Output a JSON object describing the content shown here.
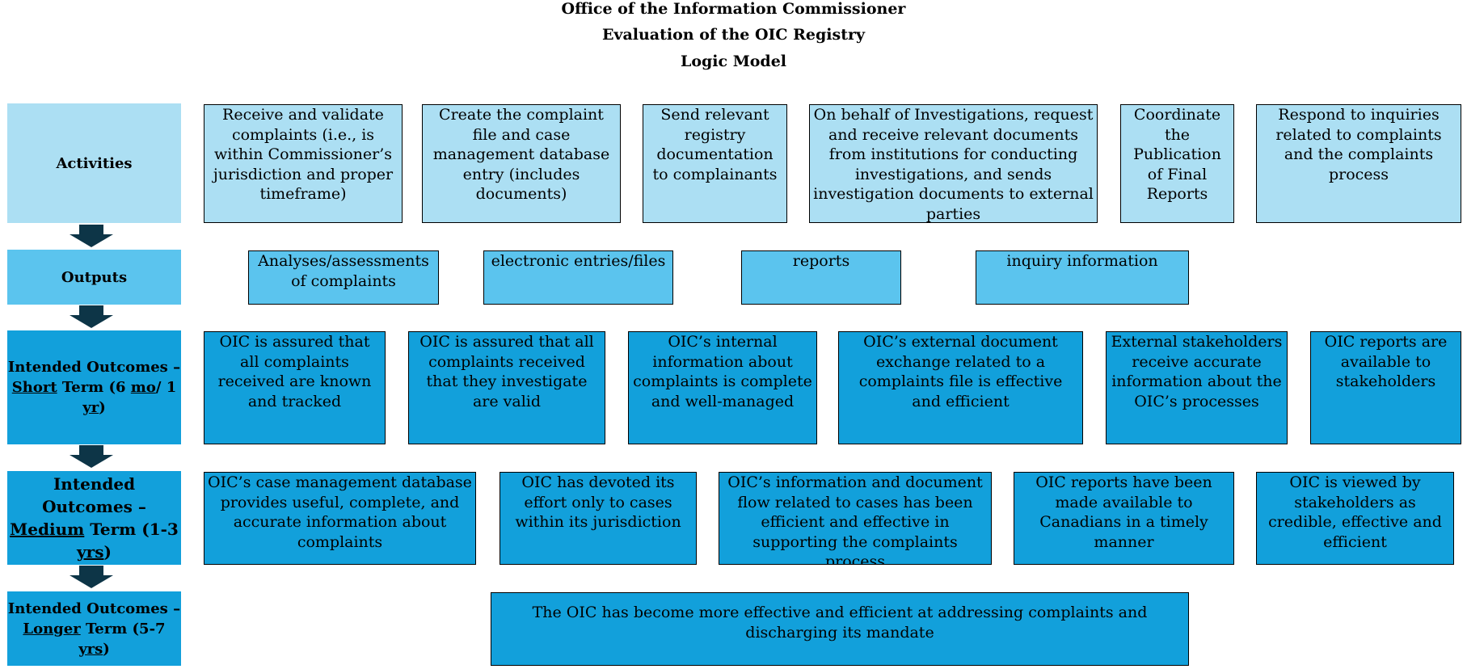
{
  "header": {
    "line1": "Office of the Information Commissioner",
    "line2": "Evaluation of the OIC Registry",
    "line3": "Logic Model"
  },
  "rows": {
    "activities": {
      "label": "Activities"
    },
    "outputs": {
      "label": "Outputs"
    },
    "short": {
      "pre": "Intended Outcomes – ",
      "u1": "Short",
      "mid": " Term (6 ",
      "u2": "mo",
      "post": "/ 1 ",
      "u3": "yr",
      "end": ")"
    },
    "medium": {
      "pre": "Intended Outcomes – ",
      "u1": "Medium",
      "mid": " Term (1-3 ",
      "u2": "yrs",
      "end": ")"
    },
    "longer": {
      "pre": "Intended Outcomes – ",
      "u1": "Longer",
      "mid": " Term (5-7 ",
      "u2": "yrs",
      "end": ")"
    }
  },
  "activities": [
    "Receive and validate complaints (i.e., is within Commissioner’s jurisdiction and proper timeframe)",
    "Create the complaint file and case management database entry (includes documents)",
    "Send relevant registry documentation to complainants",
    "On behalf of Investigations, request and receive relevant documents from institutions for conducting investigations, and sends investigation documents to external parties",
    "Coordinate the Publication of Final Reports",
    "Respond to inquiries related to complaints and the complaints process"
  ],
  "outputs": [
    "Analyses/assessments of complaints",
    "electronic entries/files",
    "reports",
    "inquiry information"
  ],
  "short_term": [
    "OIC is assured that all complaints received are known and tracked",
    "OIC is assured that all complaints received that they investigate are valid",
    "OIC’s internal information about complaints is complete and well-managed",
    "OIC’s external document exchange related to a complaints file is effective and efficient",
    "External stakeholders receive accurate information about the OIC’s processes",
    "OIC reports are available to stakeholders"
  ],
  "medium_term": [
    "OIC’s case management database provides useful, complete, and accurate information about complaints",
    "OIC has devoted its effort only to cases within its jurisdiction",
    "OIC’s information and document flow related to cases has been efficient and effective in supporting the complaints process",
    "OIC reports have been made available to Canadians in a timely manner",
    "OIC is viewed by stakeholders as credible, effective and efficient"
  ],
  "longer_term": "The OIC has become more effective and efficient at addressing complaints and discharging its mandate",
  "colors": {
    "activities": "#acdff3",
    "outputs": "#5bc4ee",
    "outcomes": "#12a0db",
    "arrow": "#0d3547"
  }
}
